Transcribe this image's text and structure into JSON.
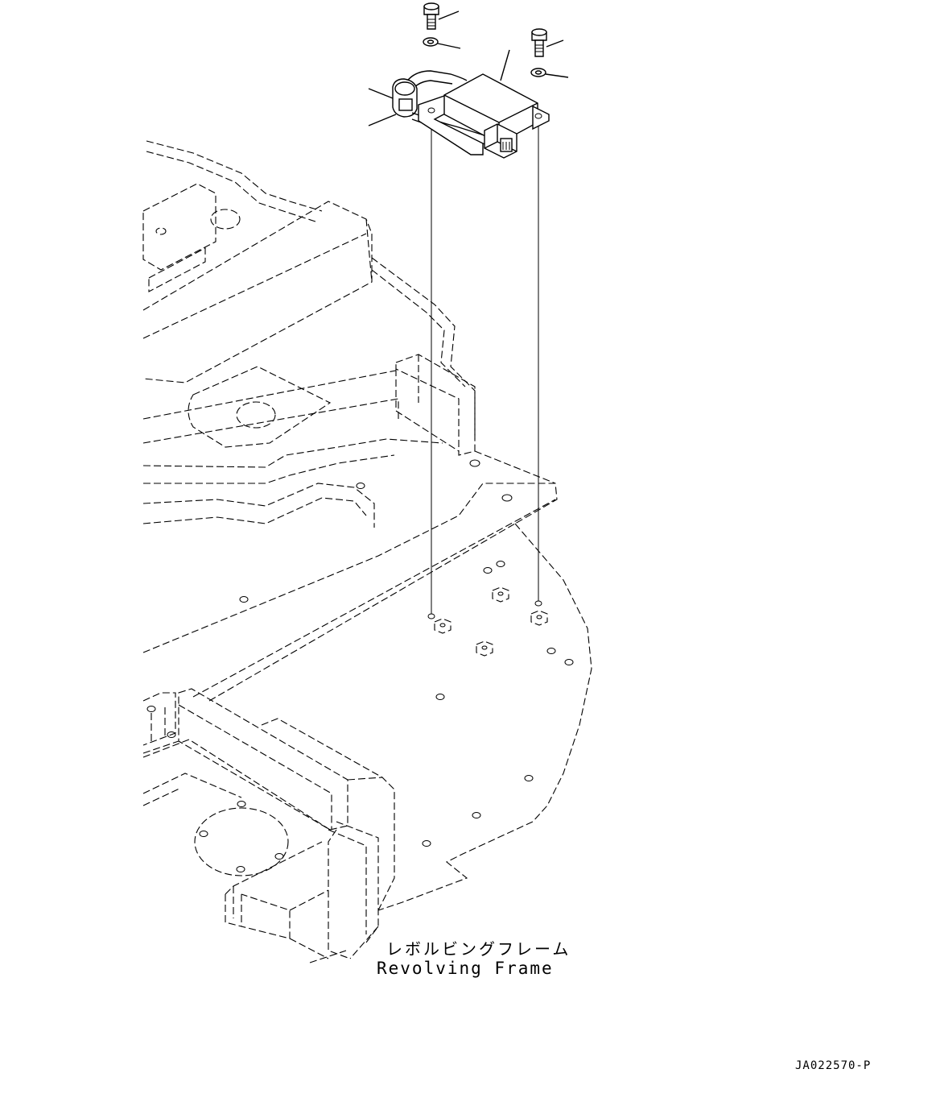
{
  "labels": {
    "frame_jp": "レボルビングフレーム",
    "frame_en": "Revolving Frame",
    "drawing_number": "JA022570-P"
  }
}
